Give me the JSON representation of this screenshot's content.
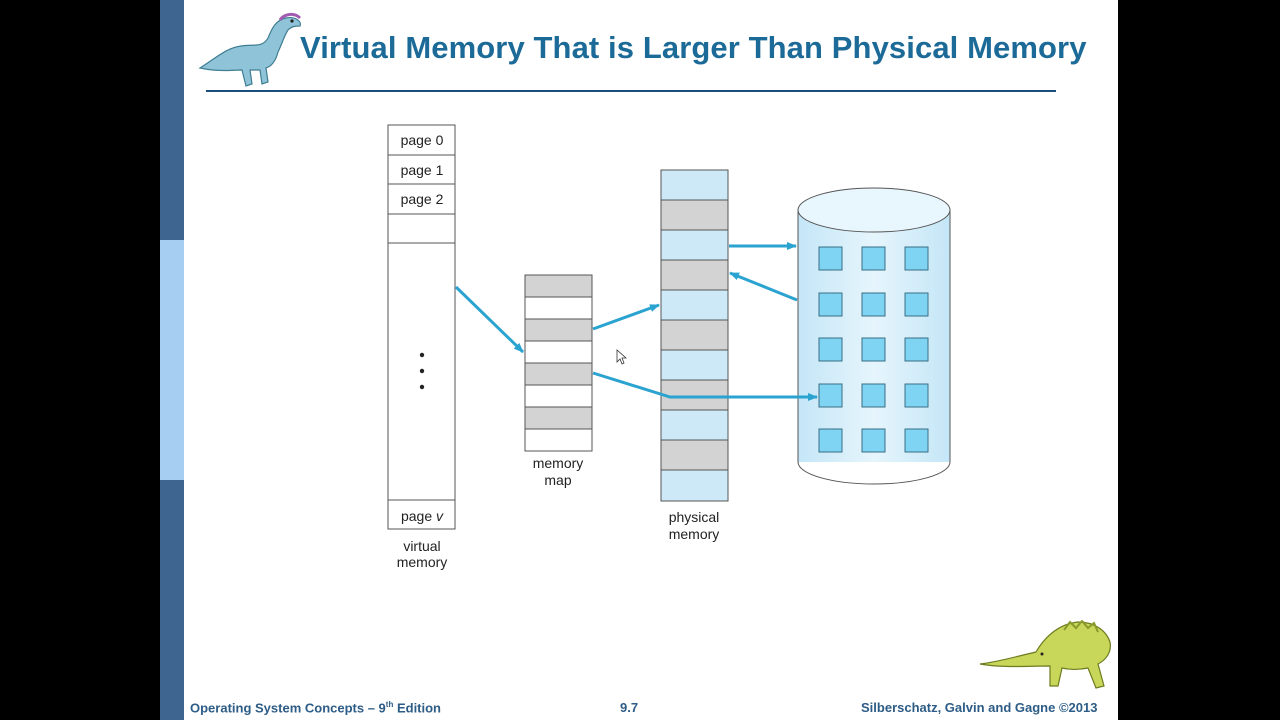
{
  "slide": {
    "title": "Virtual Memory That is Larger Than Physical Memory"
  },
  "diagram": {
    "virtual_memory": {
      "pages": [
        "page 0",
        "page 1",
        "page 2"
      ],
      "last_page_prefix": "page ",
      "last_page_var": "v",
      "label_line1": "virtual",
      "label_line2": "memory"
    },
    "memory_map": {
      "label_line1": "memory",
      "label_line2": "map"
    },
    "physical_memory": {
      "label_line1": "physical",
      "label_line2": "memory"
    },
    "colors": {
      "frame_blue": "#cde9f8",
      "frame_gray": "#d3d3d3",
      "disk_block": "#7fd3f3",
      "arrow": "#2aa3d0"
    }
  },
  "footer": {
    "left_text": "Operating System Concepts – 9",
    "left_sup": "th",
    "left_suffix": " Edition",
    "center": "9.7",
    "right": "Silberschatz, Galvin and Gagne ©2013"
  },
  "decor": {
    "top_image": "dinosaur-icon",
    "bottom_image": "dinosaur-icon"
  }
}
